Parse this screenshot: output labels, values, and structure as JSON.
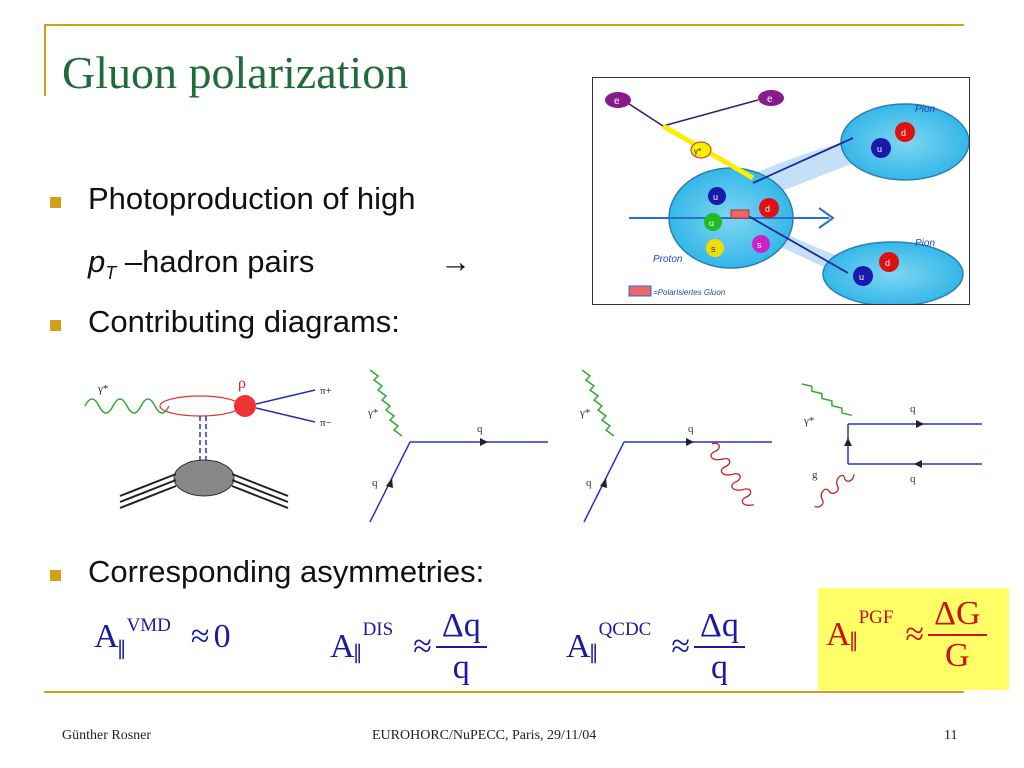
{
  "slide": {
    "title": "Gluon polarization",
    "bullets": [
      "Photoproduction of high",
      "Contributing diagrams:",
      "Corresponding asymmetries:"
    ],
    "pt_p": "p",
    "pt_sub": "T",
    "pt_rest": " –hadron pairs",
    "arrow": "→"
  },
  "photo": {
    "labels": {
      "e_in": "e",
      "e_out": "e",
      "gamma": "γ*",
      "pion_top": "Pion",
      "pion_bottom": "Pion",
      "proton": "Proton",
      "u": "u",
      "u_bar": "u",
      "d": "d",
      "d_bar": "d",
      "s": "s",
      "legend": "=Polarisiertes Gluon"
    }
  },
  "diagrams": {
    "vmd": {
      "gamma": "γ*",
      "rho": "ρ",
      "pi_plus": "π+",
      "pi_minus": "π−"
    },
    "dis": {
      "gamma": "γ*",
      "q_out": "q",
      "q_in": "q"
    },
    "qcdc": {
      "gamma": "γ*",
      "q_out": "q",
      "q_in": "q"
    },
    "pgf": {
      "gamma": "γ*",
      "q_top": "q",
      "q_bottom": "q",
      "g": "g"
    }
  },
  "asymmetries": {
    "A": "A",
    "parallel": "∥",
    "approx": "≈",
    "vmd_label": "VMD",
    "vmd_value": "0",
    "dis_label": "DIS",
    "qcdc_label": "QCDC",
    "pgf_label": "PGF",
    "dq_num": "Δq",
    "dq_den": "q",
    "dg_num": "ΔG",
    "dg_den": "G"
  },
  "colors": {
    "title": "#1f6b39",
    "bullet": "#d4a017",
    "formula": "#1a1aa6",
    "pgf_text": "#cc1111",
    "pgf_box": "#ffff66"
  },
  "footer": {
    "author": "Günther Rosner",
    "event": "EUROHORC/NuPECC, Paris, 29/11/04",
    "page": "11"
  }
}
